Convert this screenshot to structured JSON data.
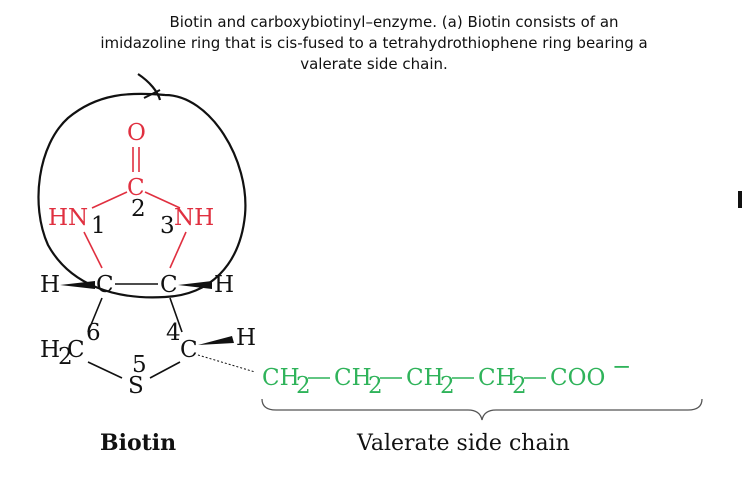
{
  "caption": {
    "line1": "Biotin and carboxybiotinyl–enzyme. (a) Biotin consists of an",
    "line2": "imidazoline ring that is cis-fused to a tetrahydrothiophene ring bearing a",
    "line3": "valerate side chain."
  },
  "colors": {
    "ring_red": "#e03040",
    "chain_green": "#2fb35a",
    "ink": "#111111"
  },
  "atoms": {
    "O": "O",
    "C": "C",
    "H": "H",
    "HN": "HN",
    "NH": "NH",
    "H2C": "H",
    "H2C_tail": "C",
    "sub2": "2",
    "S": "S",
    "CH2": "CH",
    "COO": "COO",
    "minus": "−"
  },
  "positions": {
    "n1": "1",
    "n2": "2",
    "n3": "3",
    "n4": "4",
    "n5": "5",
    "n6": "6"
  },
  "labels": {
    "biotin": "Biotin",
    "valerate": "Valerate side chain"
  }
}
